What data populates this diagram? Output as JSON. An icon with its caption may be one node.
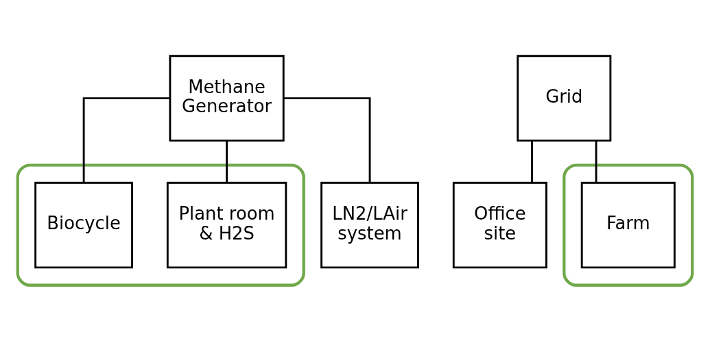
{
  "diagram": {
    "nodes": [
      {
        "text": [
          "Methane Generator"
        ]
      },
      {
        "text": [],
        "shape": "ellipse"
      },
      {
        "text": [
          "Plant room & H2S"
        ],
        "in": 1
      },
      {
        "text": [
          "Biocycle"
        ],
        "in": 1
      },
      {
        "text": [
          "LN2/LAir system"
        ]
      },
      {
        "text": [
          "Grid"
        ]
      },
      {
        "text": [
          "Office site"
        ]
      },
      {
        "text": [],
        "shape": "ellipse"
      },
      {
        "text": [
          "Farm"
        ],
        "in": 7
      }
    ],
    "edges": [
      {
        "from": 0,
        "to": 2,
        "arrow": "none"
      },
      {
        "from": 0,
        "to": 3,
        "arrow": "none"
      },
      {
        "from": 0,
        "to": 4,
        "arrow": "none"
      },
      {
        "from": 5,
        "to": 6,
        "arrow": "none"
      },
      {
        "from": 5,
        "to": 8,
        "arrow": "none"
      }
    ]
  }
}
